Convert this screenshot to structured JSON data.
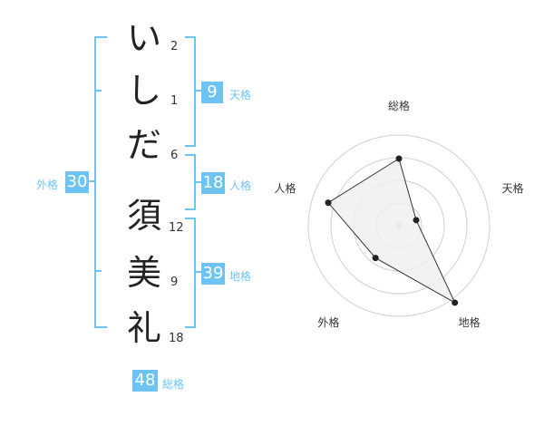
{
  "name_chars": [
    {
      "char": "い",
      "strokes": "2"
    },
    {
      "char": "し",
      "strokes": "1"
    },
    {
      "char": "だ",
      "strokes": "6"
    },
    {
      "char": "須",
      "strokes": "12"
    },
    {
      "char": "美",
      "strokes": "9"
    },
    {
      "char": "礼",
      "strokes": "18"
    }
  ],
  "fortune": {
    "tenkaku": {
      "value": "9",
      "label": "天格"
    },
    "jinkaku": {
      "value": "18",
      "label": "人格"
    },
    "chikaku": {
      "value": "39",
      "label": "地格"
    },
    "gaikaku": {
      "value": "30",
      "label": "外格"
    },
    "soukaku": {
      "value": "48",
      "label": "総格"
    }
  },
  "radar": {
    "labels": [
      "総格",
      "天格",
      "地格",
      "外格",
      "人格"
    ],
    "values": [
      0.74,
      0.2,
      1.05,
      0.44,
      0.82
    ],
    "ring_color": "#d0d0d0",
    "fill_color": "#efefef",
    "line_color": "#333333"
  }
}
